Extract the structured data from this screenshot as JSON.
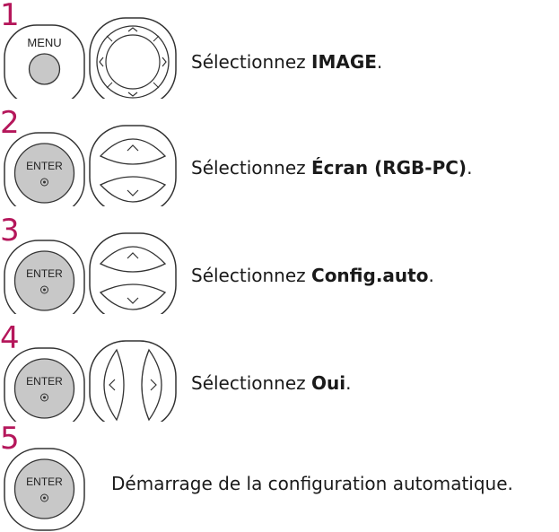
{
  "steps": [
    {
      "number": "1",
      "button_label": "MENU",
      "prefix": "Sélectionnez ",
      "bold": "IMAGE",
      "suffix": "."
    },
    {
      "number": "2",
      "button_label": "ENTER",
      "prefix": "Sélectionnez ",
      "bold": "Écran (RGB-PC)",
      "suffix": "."
    },
    {
      "number": "3",
      "button_label": "ENTER",
      "prefix": "Sélectionnez ",
      "bold": "Config.auto",
      "suffix": "."
    },
    {
      "number": "4",
      "button_label": "ENTER",
      "prefix": "Sélectionnez ",
      "bold": "Oui",
      "suffix": "."
    },
    {
      "number": "5",
      "button_label": "ENTER",
      "prefix": "Démarrage de la configuration automatique.",
      "bold": "",
      "suffix": ""
    }
  ],
  "colors": {
    "step_number": "#b5175b",
    "button_fill": "#c8c8c8",
    "outline": "#333333"
  }
}
